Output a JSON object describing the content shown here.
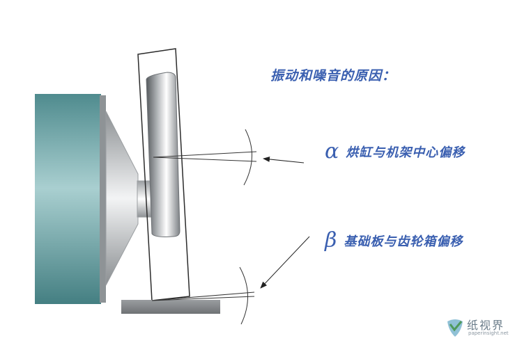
{
  "title": "振动和噪音的原因：",
  "alpha": {
    "symbol": "α",
    "text": "烘缸与机架中心偏移"
  },
  "beta": {
    "symbol": "β",
    "text": "基础板与齿轮箱偏移"
  },
  "watermark": {
    "name": "纸视界",
    "url": "paperinsight.net"
  },
  "colors": {
    "label_blue": "#3a5fb0",
    "cylinder_teal": "#5f9a9c",
    "frame_gray": "#8c8f93"
  }
}
